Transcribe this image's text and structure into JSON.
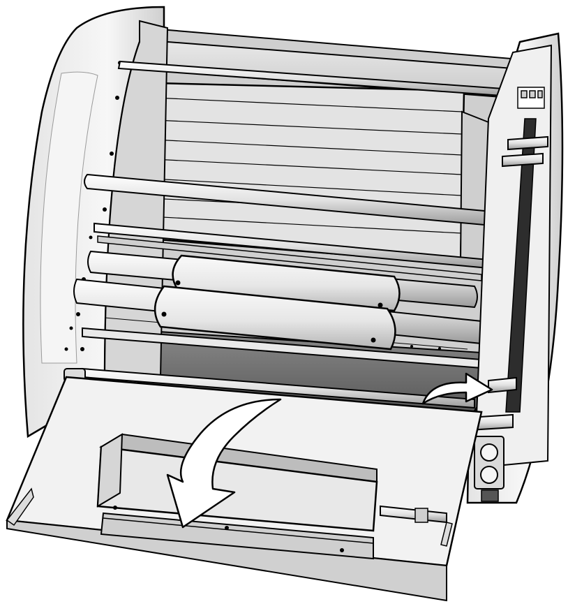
{
  "illustration": {
    "subject": "machine-open-front-tray",
    "colors": {
      "ink": "#000000",
      "body_light": "#f2f2f2",
      "body_mid": "#dcdcdc",
      "body_dark": "#a9a9a9",
      "shadow": "#5a5a5a",
      "cavity": "#6e6e6e",
      "arrow_fill": "#ffffff"
    },
    "arrows": [
      {
        "name": "tray-open-arrow",
        "meaning": "rotate-down"
      },
      {
        "name": "lever-push-arrow",
        "meaning": "push-right"
      }
    ]
  }
}
